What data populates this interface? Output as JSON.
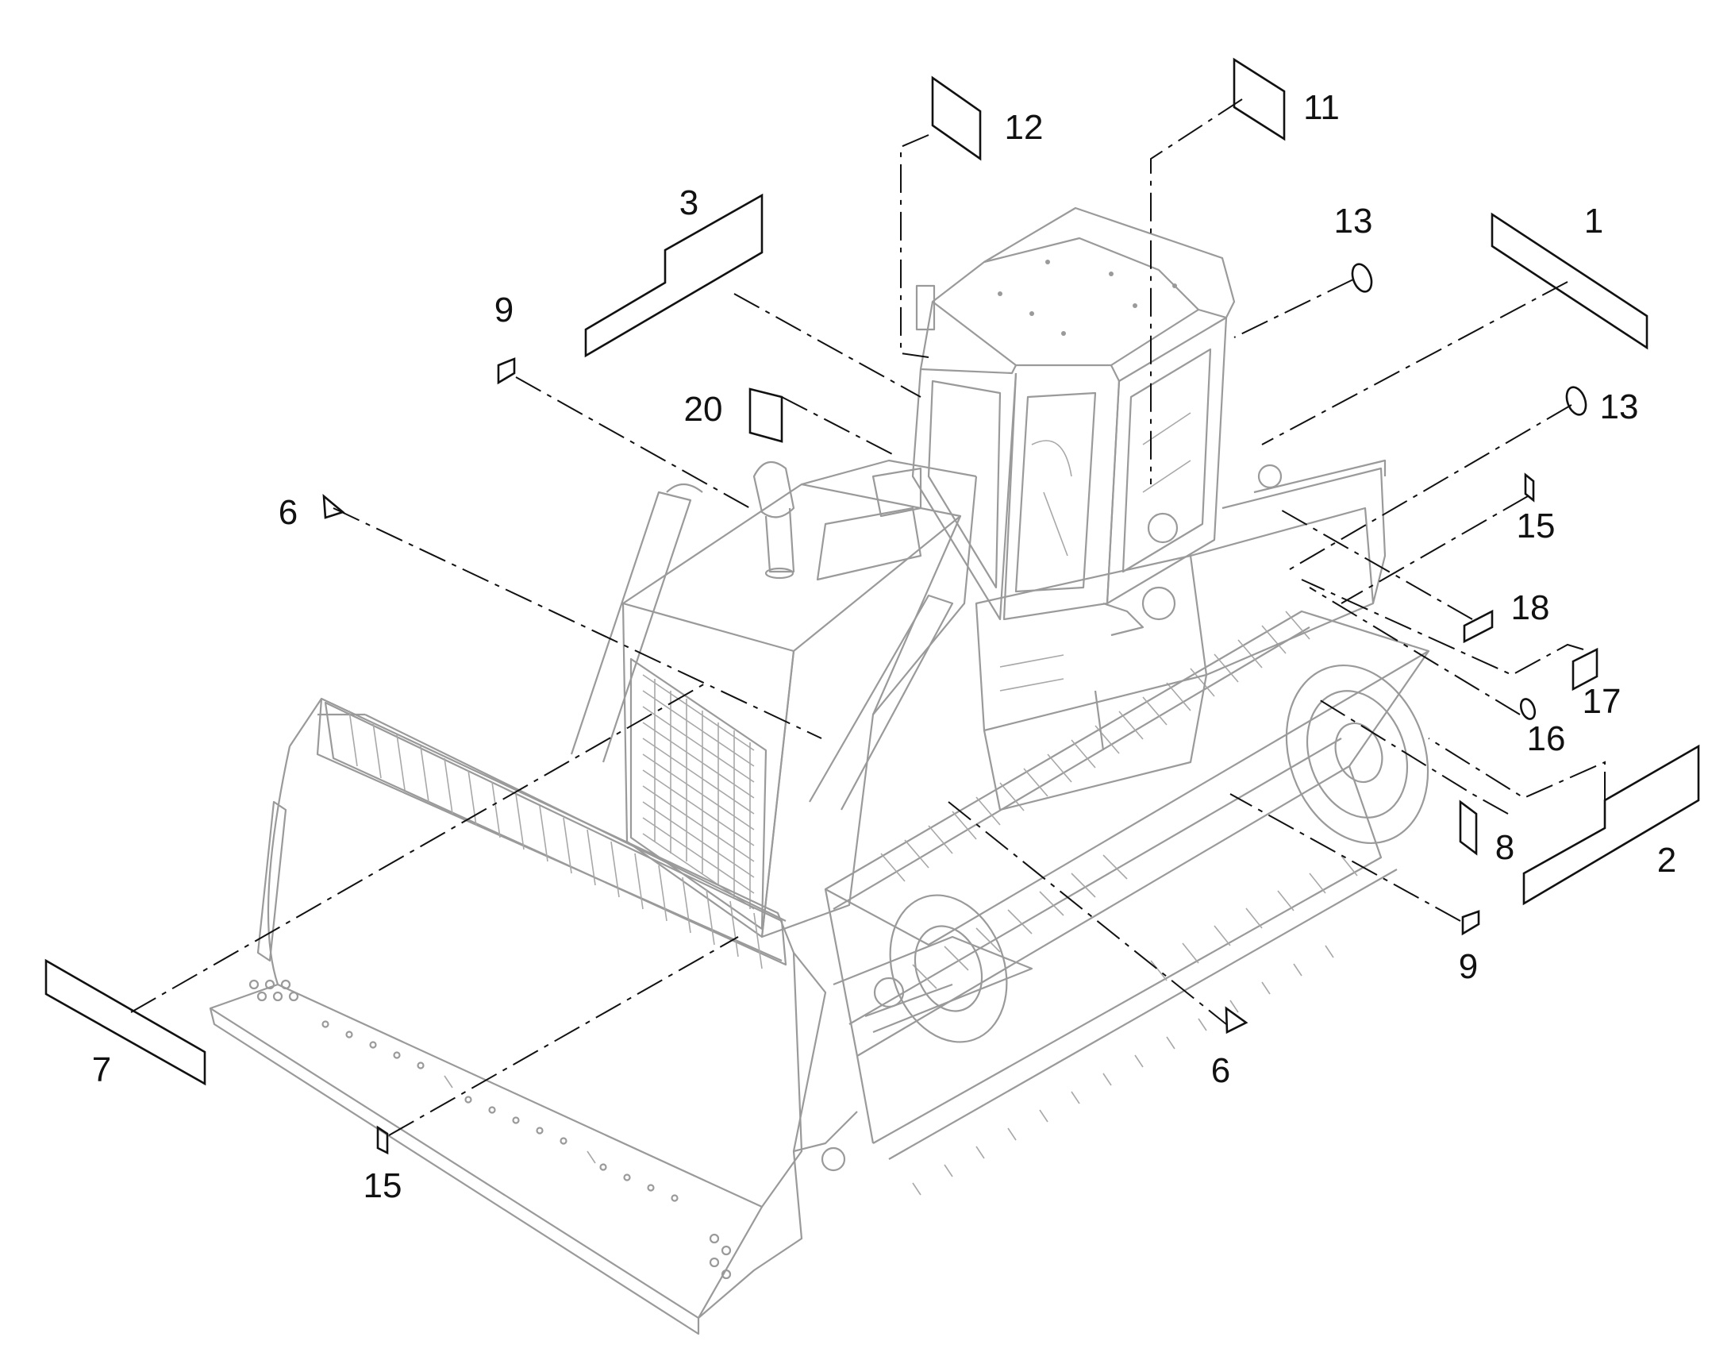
{
  "diagram": {
    "callouts": [
      {
        "id": "c1",
        "label": "1",
        "shape": "rectangle-decal"
      },
      {
        "id": "c2",
        "label": "2",
        "shape": "stepped-decal"
      },
      {
        "id": "c3",
        "label": "3",
        "shape": "stepped-decal"
      },
      {
        "id": "c6a",
        "label": "6",
        "shape": "triangle-decal"
      },
      {
        "id": "c6b",
        "label": "6",
        "shape": "triangle-decal"
      },
      {
        "id": "c7",
        "label": "7",
        "shape": "rectangle-decal"
      },
      {
        "id": "c8",
        "label": "8",
        "shape": "small-square-decal"
      },
      {
        "id": "c9a",
        "label": "9",
        "shape": "tiny-decal"
      },
      {
        "id": "c9b",
        "label": "9",
        "shape": "tiny-decal"
      },
      {
        "id": "c11",
        "label": "11",
        "shape": "square-decal"
      },
      {
        "id": "c12",
        "label": "12",
        "shape": "square-decal"
      },
      {
        "id": "c13a",
        "label": "13",
        "shape": "round-decal"
      },
      {
        "id": "c13b",
        "label": "13",
        "shape": "round-decal"
      },
      {
        "id": "c15a",
        "label": "15",
        "shape": "tiny-decal"
      },
      {
        "id": "c15b",
        "label": "15",
        "shape": "tiny-decal"
      },
      {
        "id": "c16",
        "label": "16",
        "shape": "round-decal"
      },
      {
        "id": "c17",
        "label": "17",
        "shape": "small-square-decal"
      },
      {
        "id": "c18",
        "label": "18",
        "shape": "small-square-decal"
      },
      {
        "id": "c20",
        "label": "20",
        "shape": "small-square-decal"
      }
    ],
    "subject": "crawler-dozer-line-art",
    "colors": {
      "machine_line": "#9a9a9a",
      "callout_line": "#111111",
      "background": "#ffffff"
    }
  }
}
